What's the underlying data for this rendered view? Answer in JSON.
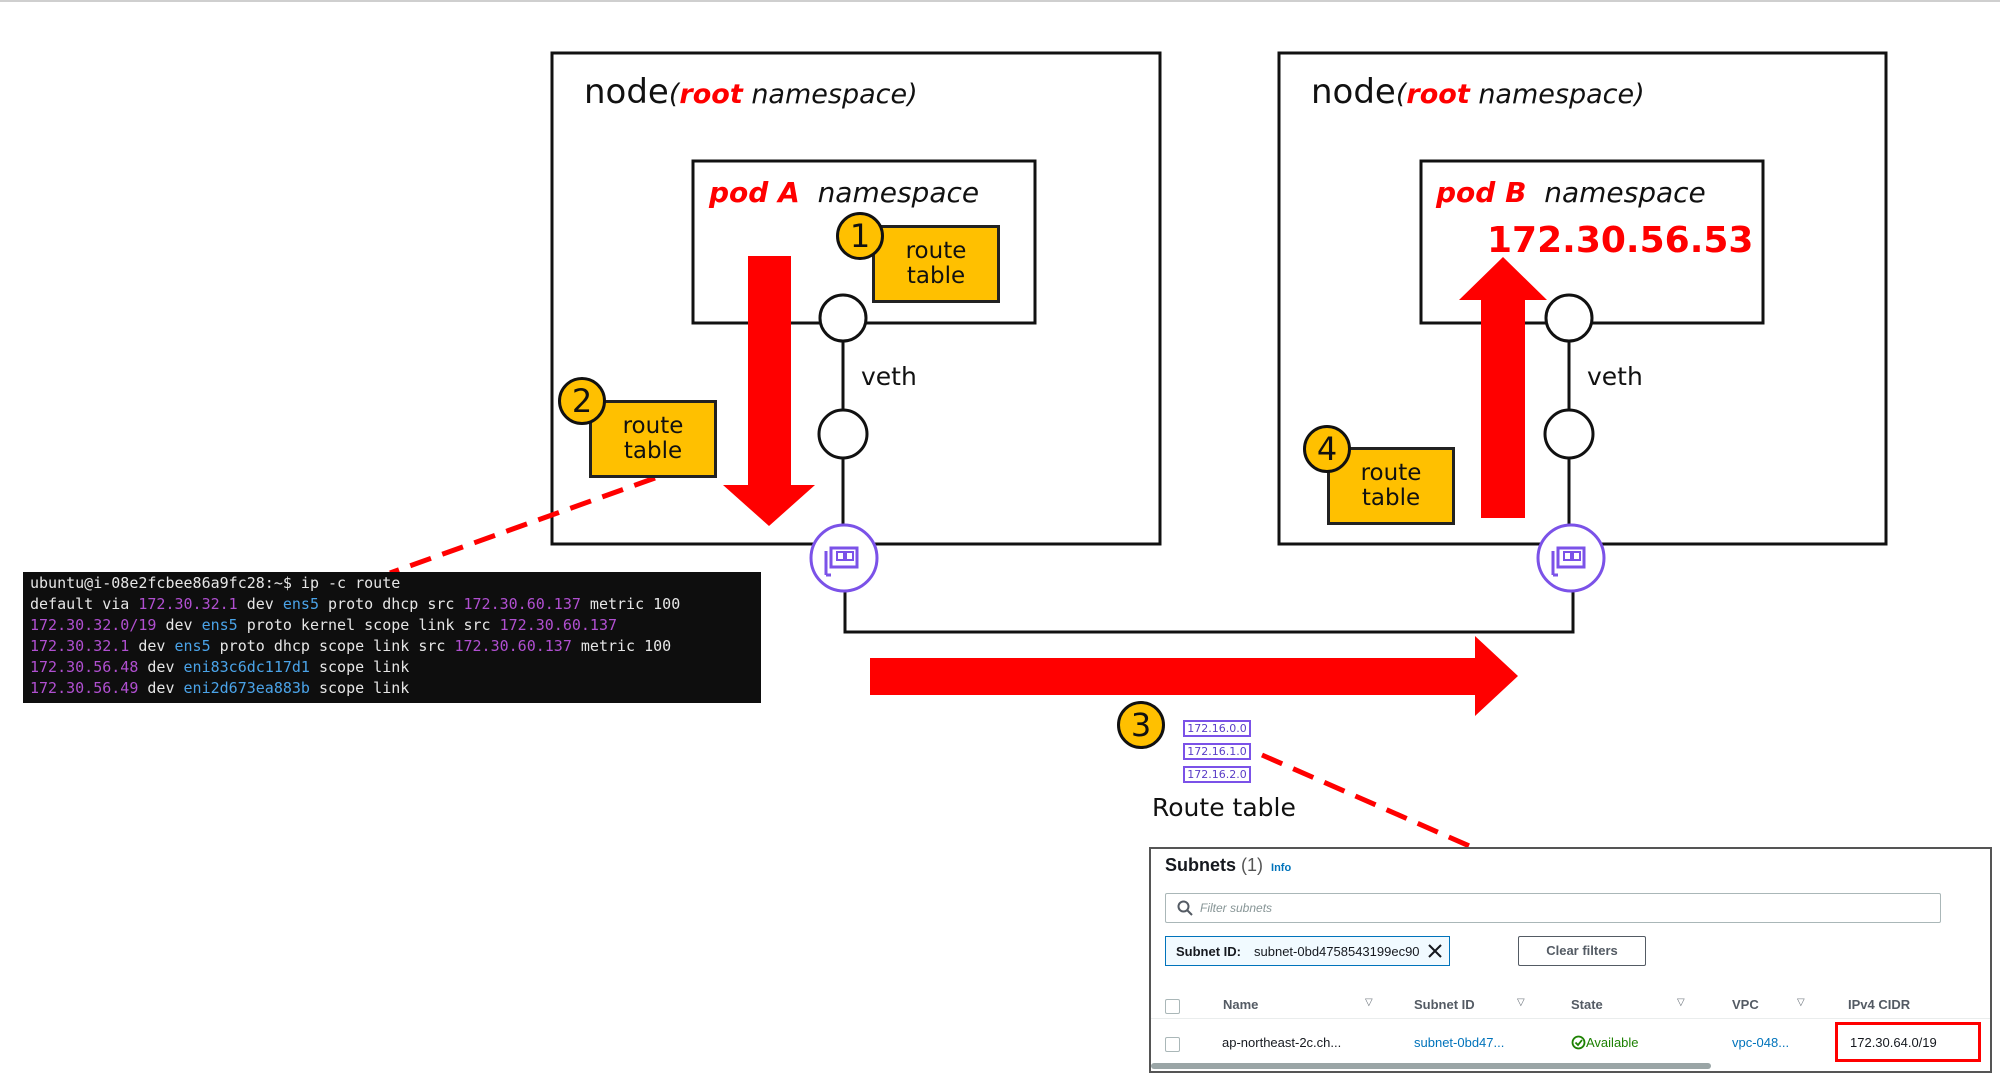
{
  "node_left": {
    "word": "node",
    "paren_open": "(",
    "root": "root",
    "ns": " namespace)"
  },
  "node_right": {
    "word": "node",
    "paren_open": "(",
    "root": "root",
    "ns": " namespace)"
  },
  "pod_a": {
    "name": "pod A",
    "ns": "namespace"
  },
  "pod_b": {
    "name": "pod B",
    "ns": "namespace",
    "ip": "172.30.56.53"
  },
  "route_table_label": "route\ntable",
  "badges": [
    "1",
    "2",
    "3",
    "4"
  ],
  "veth_label": "veth",
  "route_table_caption": "Route table",
  "subnet_icons": [
    "172.16.0.0",
    "172.16.1.0",
    "172.16.2.0"
  ],
  "terminal": {
    "prompt": "ubuntu@i-08e2fcbee86a9fc28:~$ ip -c route",
    "lines": [
      [
        [
          "default via ",
          ""
        ],
        [
          "172.30.32.1",
          "pu"
        ],
        [
          " dev ",
          ""
        ],
        [
          "ens5",
          "cy"
        ],
        [
          " proto dhcp src ",
          ""
        ],
        [
          "172.30.60.137",
          "pu"
        ],
        [
          " metric 100",
          ""
        ]
      ],
      [
        [
          "172.30.32.0/19",
          "pu"
        ],
        [
          " dev ",
          ""
        ],
        [
          "ens5",
          "cy"
        ],
        [
          " proto kernel scope link src ",
          ""
        ],
        [
          "172.30.60.137",
          "pu"
        ]
      ],
      [
        [
          "172.30.32.1",
          "pu"
        ],
        [
          " dev ",
          ""
        ],
        [
          "ens5",
          "cy"
        ],
        [
          " proto dhcp scope link src ",
          ""
        ],
        [
          "172.30.60.137",
          "pu"
        ],
        [
          " metric 100",
          ""
        ]
      ],
      [
        [
          "172.30.56.48",
          "pu"
        ],
        [
          " dev ",
          ""
        ],
        [
          "eni83c6dc117d1",
          "cy"
        ],
        [
          " scope link",
          ""
        ]
      ],
      [
        [
          "172.30.56.49",
          "pu"
        ],
        [
          " dev ",
          ""
        ],
        [
          "eni2d673ea883b",
          "cy"
        ],
        [
          " scope link",
          ""
        ]
      ]
    ]
  },
  "aws": {
    "title": "Subnets",
    "count": "(1)",
    "info": "Info",
    "filter_placeholder": "Filter subnets",
    "chip_key": "Subnet ID:",
    "chip_value": "subnet-0bd4758543199ec90",
    "clear_filters": "Clear filters",
    "columns": [
      "Name",
      "Subnet ID",
      "State",
      "VPC",
      "IPv4 CIDR"
    ],
    "row": {
      "name": "ap-northeast-2c.ch...",
      "subnet_id": "subnet-0bd47...",
      "state": "Available",
      "vpc": "vpc-048...",
      "cidr": "172.30.64.0/19"
    }
  },
  "colors": {
    "accent_red": "#ff0000",
    "route_yellow": "#ffc000",
    "eni_purple": "#7b52e8"
  }
}
